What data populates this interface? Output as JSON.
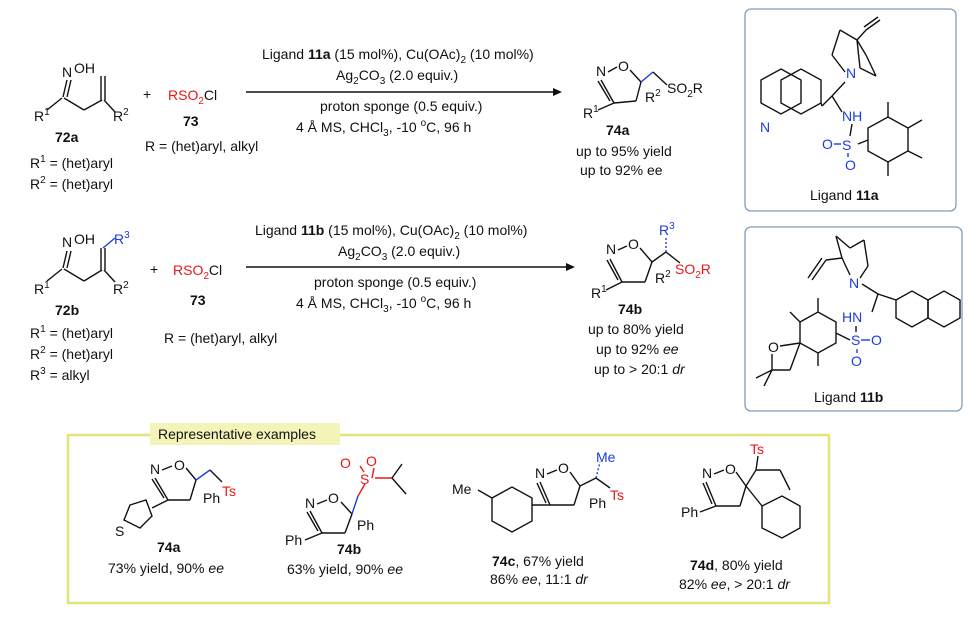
{
  "scheme_a": {
    "reagent_line1_prefix": "Ligand ",
    "reagent_line1_ligand": "11a",
    "reagent_line1_rest": " (15 mol%), Cu(OAc)",
    "reagent_line1_tail": " (10 mol%)",
    "reagent_line2": "Ag",
    "reagent_line2_rest": " (2.0 equiv.)",
    "reagent_line3": "proton sponge (0.5 equiv.)",
    "reagent_line4": "4 Å MS, CHCl",
    "reagent_line4_rest": ", -10 ",
    "reagent_line4_deg": "o",
    "reagent_line4_tail": "C, 96 h",
    "substrate_label": "72a",
    "r1_def": "= (het)aryl",
    "r2_def": "= (het)aryl",
    "plus": "+",
    "sulfonyl": "RSO",
    "sulfonyl_tail": "Cl",
    "sulfonyl_label": "73",
    "r_def": "R = (het)aryl, alkyl",
    "product_label": "74a",
    "result1": "up to 95% yield",
    "result2": "up to 92% ee",
    "ligand_caption_prefix": "Ligand ",
    "ligand_caption_bold": "11a"
  },
  "scheme_b": {
    "reagent_line1_prefix": "Ligand ",
    "reagent_line1_ligand": "11b",
    "reagent_line1_rest": " (15 mol%), Cu(OAc)",
    "reagent_line1_tail": " (10 mol%)",
    "reagent_line2": "Ag",
    "reagent_line2_rest": " (2.0 equiv.)",
    "reagent_line3": "proton sponge (0.5 equiv.)",
    "reagent_line4": "4 Å MS, CHCl",
    "reagent_line4_rest": ", -10 ",
    "reagent_line4_deg": "o",
    "reagent_line4_tail": "C, 96 h",
    "substrate_label": "72b",
    "r1_def": "= (het)aryl",
    "r2_def": "= (het)aryl",
    "r3_def": "= alkyl",
    "plus": "+",
    "sulfonyl": "RSO",
    "sulfonyl_tail": "Cl",
    "sulfonyl_label": "73",
    "r_def": "R = (het)aryl, alkyl",
    "product_label": "74b",
    "result1": "up to 80% yield",
    "result2_prefix": "up to 92% ",
    "result2_it": "ee",
    "result3_prefix": "up to > 20:1 ",
    "result3_it": "dr",
    "ligand_caption_prefix": "Ligand ",
    "ligand_caption_bold": "11b"
  },
  "examples": {
    "title": "Representative examples",
    "items": [
      {
        "label": "74a",
        "yield_prefix": "73% yield, 90% ",
        "yield_it": "ee"
      },
      {
        "label": "74b",
        "yield_prefix": "63% yield, 90% ",
        "yield_it": "ee"
      },
      {
        "label": "74c",
        "label_tail": ", 67% yield",
        "line2_it1": "ee",
        "line2_mid": ", 11:1 ",
        "line2_it2": "dr",
        "line2_pre": "86% "
      },
      {
        "label": "74d",
        "label_tail": ", 80% yield",
        "line2_pre": "82% ",
        "line2_it1": "ee",
        "line2_mid": ", > 20:1 ",
        "line2_it2": "dr"
      }
    ]
  },
  "atoms": {
    "oh": "OH",
    "n": "N",
    "o": "O",
    "r": "R",
    "s": "S",
    "nh": "NH",
    "hn": "HN",
    "ts": "Ts",
    "ph": "Ph",
    "me": "Me",
    "so2r": "SO",
    "sub1": "1",
    "sub2": "2",
    "sub3": "3",
    "sub2co3": "2",
    "co3": "CO",
    "sub3co3": "3",
    "subcl3": "3",
    "sup_o": "O"
  },
  "colors": {
    "box_border": "#7f9db9",
    "examples_border": "#e4e47a",
    "examples_title_bg": "#f4f4b8",
    "red": "#e8171a",
    "blue": "#1a3de0"
  }
}
